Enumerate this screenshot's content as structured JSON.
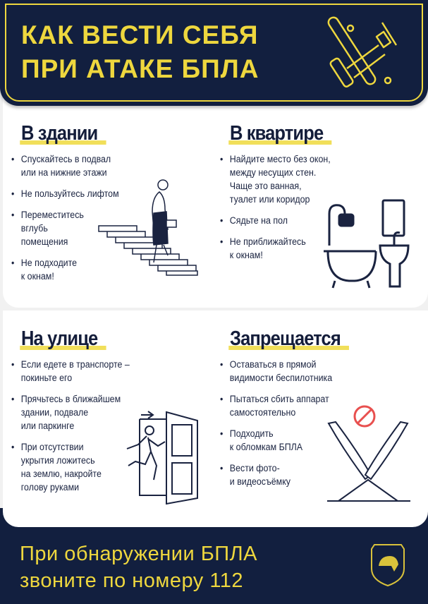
{
  "header": {
    "title_line1": "КАК ВЕСТИ СЕБЯ",
    "title_line2": "ПРИ АТАКЕ БПЛА",
    "icon": "drone-plane-icon"
  },
  "sections": [
    {
      "title": "В здании",
      "items": [
        "Спускайтесь в подвал\nили на нижние этажи",
        "Не пользуйтесь лифтом",
        "Переместитесь\nвглубь\nпомещения",
        "Не подходите\nк окнам!"
      ]
    },
    {
      "title": "В квартире",
      "items": [
        "Найдите место без окон,\nмежду несущих стен.\nЧаще это ванная,\nтуалет или коридор",
        "Сядьте на пол",
        "Не приближайтесь\nк окнам!"
      ]
    },
    {
      "title": "На улице",
      "items": [
        "Если едете в транспорте –\nпокиньте его",
        "Прячьтесь в ближайшем\nздании, подвале\nили паркинге",
        "При отсутствии\nукрытия ложитесь\nна землю, накройте\nголову руками"
      ]
    },
    {
      "title": "Запрещается",
      "items": [
        "Оставаться в прямой\nвидимости беспилотника",
        "Пытаться сбить аппарат\nсамостоятельно",
        "Подходить\nк обломкам БПЛА",
        "Вести фото-\nи видеосъёмку"
      ]
    }
  ],
  "footer": {
    "line1": "При обнаружении БПЛА",
    "line2": "звоните по номеру 112",
    "logo": "emergency-shield-logo"
  },
  "colors": {
    "navy": "#121f3f",
    "yellow": "#eed73e",
    "prohibit": "#e8504f"
  }
}
